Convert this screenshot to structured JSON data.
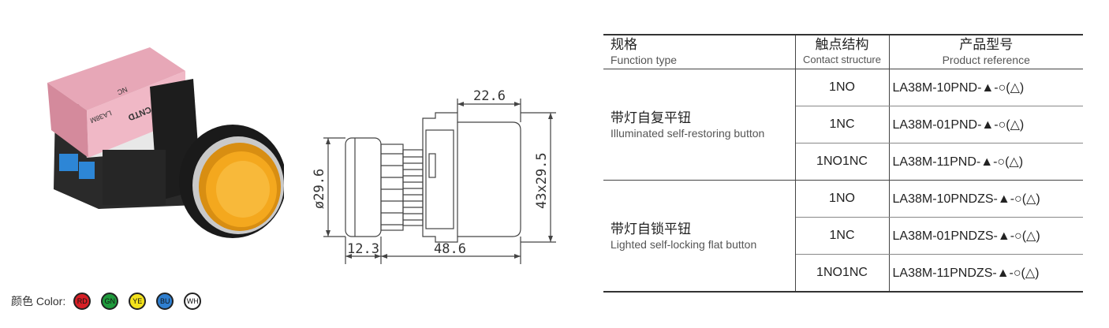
{
  "table": {
    "headers": [
      {
        "zh": "规格",
        "en": "Function type"
      },
      {
        "zh": "触点结构",
        "en": "Contact structure"
      },
      {
        "zh": "产品型号",
        "en": "Product reference"
      }
    ],
    "groups": [
      {
        "zh": "带灯自复平钮",
        "en": "Illuminated self-restoring button",
        "rows": [
          {
            "contact": "1NO",
            "ref": "LA38M-10PND-▲-○(△)"
          },
          {
            "contact": "1NC",
            "ref": "LA38M-01PND-▲-○(△)"
          },
          {
            "contact": "1NO1NC",
            "ref": "LA38M-11PND-▲-○(△)"
          }
        ]
      },
      {
        "zh": "带灯自锁平钮",
        "en": "Lighted self-locking flat button",
        "rows": [
          {
            "contact": "1NO",
            "ref": "LA38M-10PNDZS-▲-○(△)"
          },
          {
            "contact": "1NC",
            "ref": "LA38M-01PNDZS-▲-○(△)"
          },
          {
            "contact": "1NO1NC",
            "ref": "LA38M-11PNDZS-▲-○(△)"
          }
        ]
      }
    ]
  },
  "drawing": {
    "dim_top": "22.6",
    "dim_diameter": "ø29.6",
    "dim_height": "43x29.5",
    "dim_front": "12.3",
    "dim_length": "48.6"
  },
  "product_label": {
    "brand": "CNTD",
    "model": "LA38M",
    "contact": "NC"
  },
  "colors": {
    "label": "颜色 Color:",
    "items": [
      {
        "code": "RD",
        "hex": "#d61f26",
        "text": "#111111"
      },
      {
        "code": "GN",
        "hex": "#1f9a3c",
        "text": "#111111"
      },
      {
        "code": "YE",
        "hex": "#f3e21c",
        "text": "#111111"
      },
      {
        "code": "BU",
        "hex": "#2f7fd0",
        "text": "#111111"
      },
      {
        "code": "WH",
        "hex": "#ffffff",
        "text": "#111111"
      }
    ]
  }
}
